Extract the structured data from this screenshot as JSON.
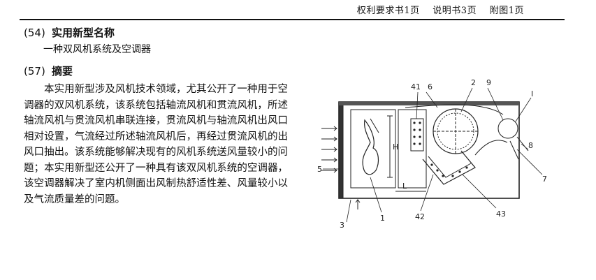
{
  "header": {
    "claims": "权利要求书1页",
    "description": "说明书3页",
    "drawings": "附图1页"
  },
  "sections": {
    "name_code": "(54)",
    "name_title": "实用新型名称",
    "name_value": "一种双风机系统及空调器",
    "abstract_code": "(57)",
    "abstract_title": "摘要",
    "abstract_text": "本实用新型涉及风机技术领域，尤其公开了一种用于空调器的双风机系统，该系统包括轴流风机和贯流风机，所述轴流风机与贯流风机串联连接，贯流风机与轴流风机出风口相对设置，气流经过所述轴流风机后，再经过贯流风机的出风口抽出。该系统能够解决现有的风机系统送风量较小的问题；本实用新型还公开了一种具有该双风机系统的空调器，该空调器解决了室内机侧面出风制热舒适性差、风量较小以及气流质量差的问题。"
  },
  "figure": {
    "labels": {
      "l1": "1",
      "l2": "2",
      "l3": "3",
      "l5": "5",
      "l6": "6",
      "l7": "7",
      "l8": "8",
      "l9": "9",
      "lI": "I",
      "l41": "41",
      "l42": "42",
      "l43": "43",
      "H": "H",
      "L": "L"
    }
  }
}
